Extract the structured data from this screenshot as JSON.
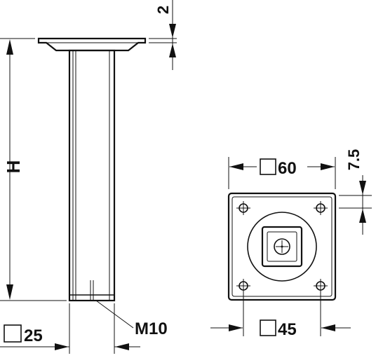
{
  "labels": {
    "height": "H",
    "flange_thickness": "2",
    "tube_size": "25",
    "thread": "M10",
    "plate_size": "60",
    "hole_spacing": "45",
    "hole_offset": "7.5"
  },
  "symbols": {
    "square_symbol": "square-icon"
  }
}
